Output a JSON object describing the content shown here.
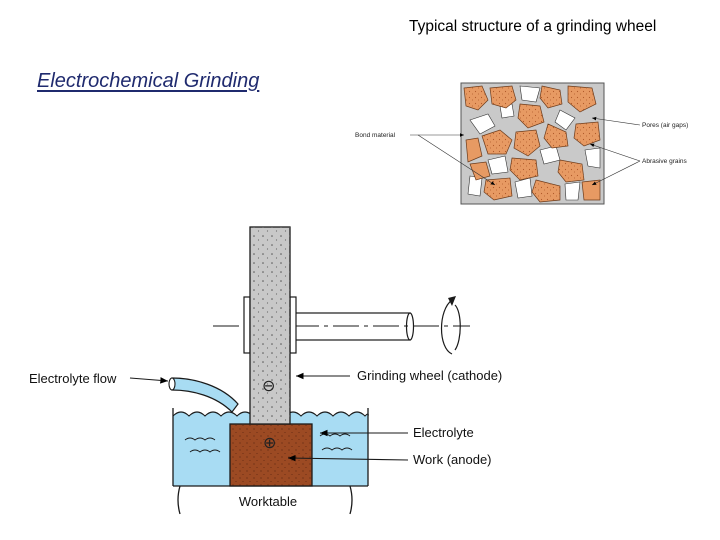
{
  "slide": {
    "title": "Electrochemical Grinding",
    "wheel_caption": "Typical structure of a grinding wheel"
  },
  "structure_inset": {
    "labels": {
      "bond": "Bond material",
      "pores": "Pores (air gaps)",
      "grains": "Abrasive grains"
    },
    "colors": {
      "grain": "#e79a63",
      "bond": "#c9c9c9",
      "pore": "#ffffff"
    }
  },
  "process_diagram": {
    "labels": {
      "electrolyte_flow": "Electrolyte flow",
      "wheel": "Grinding wheel (cathode)",
      "electrolyte": "Electrolyte",
      "work": "Work (anode)",
      "worktable": "Worktable"
    },
    "signs": {
      "wheel": "⊖",
      "work": "⊕"
    },
    "colors": {
      "electrolyte": "#a8dcf3",
      "work": "#9c4a23",
      "wheel": "#c8c8c8"
    }
  }
}
